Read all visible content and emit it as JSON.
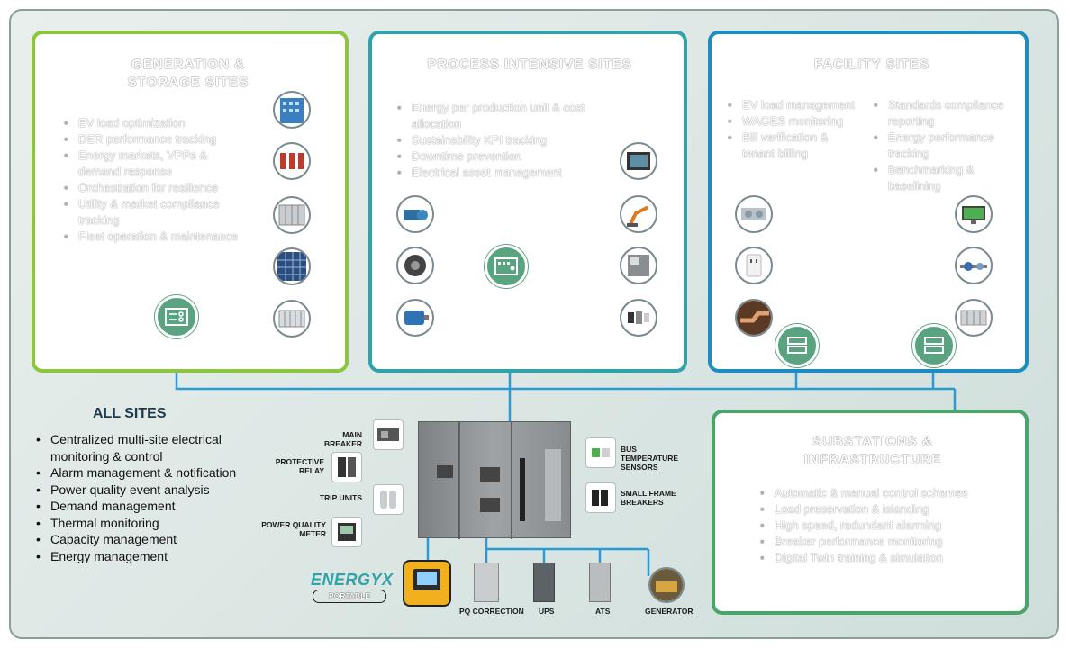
{
  "generation": {
    "title": "GENERATION & STORAGE SITES",
    "items": [
      "EV load optimization",
      "DER performance tracking",
      "Energy markets, VPPs & demand response",
      "Orchestration for resilience",
      "Utility & market compliance tracking",
      "Fleet operation & maintenance"
    ]
  },
  "process": {
    "title": "PROCESS INTENSIVE SITES",
    "items": [
      "Energy per production unit & cost allocation",
      "Sustainability KPI tracking",
      "Downtime prevention",
      "Electrical asset management"
    ]
  },
  "facility": {
    "title": "FACILITY SITES",
    "items_left": [
      "EV load management",
      "WAGES monitoring",
      "Bill verification & tenant billing"
    ],
    "items_right": [
      "Standards compliance reporting",
      "Energy performance tracking",
      "Benchmarking & baselining"
    ]
  },
  "all_sites": {
    "title": "ALL SITES",
    "items": [
      "Centralized multi-site electrical monitoring & control",
      "Alarm management & notification",
      "Power quality event analysis",
      "Demand management",
      "Thermal monitoring",
      "Capacity management",
      "Energy management"
    ]
  },
  "substations": {
    "title": "SUBSTATIONS & INFRASTRUCTURE",
    "items": [
      "Automatic & manual control schemes",
      "Load preservation & islanding",
      "High speed, redundant alarming",
      "Breaker performance monitoring",
      "Digital Twin training & simulation"
    ]
  },
  "switchgear": {
    "labels_left": [
      "MAIN BREAKER",
      "PROTECTIVE RELAY",
      "TRIP UNITS",
      "POWER QUALITY METER"
    ],
    "labels_right": [
      "BUS TEMPERATURE SENSORS",
      "SMALL FRAME BREAKERS"
    ],
    "labels_bottom": [
      "PQ CORRECTION",
      "UPS",
      "ATS",
      "GENERATOR"
    ]
  },
  "brand": {
    "logo_word": "ENERGYX",
    "logo_sub": "PORTABLE"
  },
  "colors": {
    "generation_border": "#8cc63f",
    "process_border": "#2fa3a8",
    "facility_border": "#1d8dbf",
    "substation_border": "#4aa56d",
    "wire": "#2b9ad4",
    "hub": "#5aa380"
  }
}
